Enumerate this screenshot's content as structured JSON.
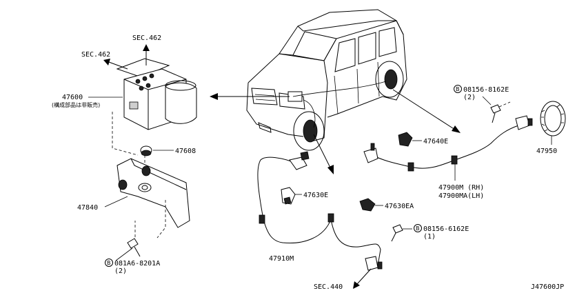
{
  "sections": {
    "sec462_top": "SEC.462",
    "sec462_left": "SEC.462",
    "sec440": "SEC.440"
  },
  "parts": {
    "p47600": "47600",
    "p47600_note": "(構成部品は非販売)",
    "p47608": "47608",
    "p47840": "47840",
    "p081A6": "081A6-8201A",
    "p081A6_qty": "(2)",
    "p47630E": "47630E",
    "p47910M": "47910M",
    "p47630EA": "47630EA",
    "p08156_6162E": "08156-6162E",
    "p08156_6162E_qty": "(1)",
    "p08156_8162E": "08156-8162E",
    "p08156_8162E_qty": "(2)",
    "p47640E": "47640E",
    "p47950": "47950",
    "p47900M": "47900M (RH)",
    "p47900MA": "47900MA(LH)"
  },
  "bolt_symbol": "B",
  "diagram_id": "J47600JP"
}
